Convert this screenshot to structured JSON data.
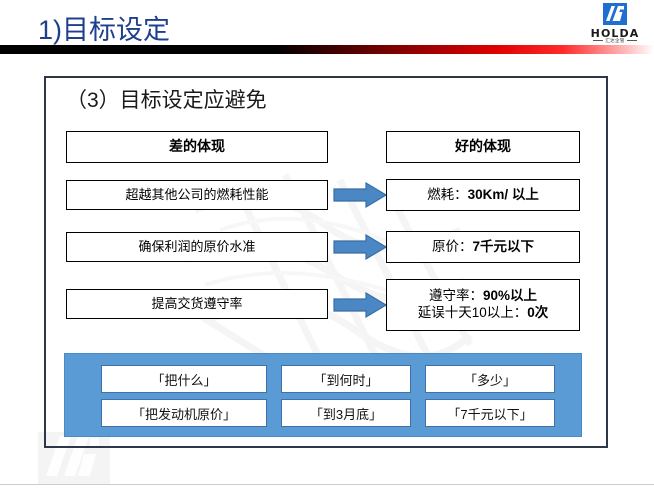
{
  "slide": {
    "title": "1)目标设定",
    "frame_title": "（3）目标设定应避免"
  },
  "logo": {
    "mark_alt": "holda-hi-mark",
    "wordmark": "HOLDA",
    "subtext": "汇达企管"
  },
  "columns": {
    "bad_header": "差的体现",
    "good_header": "好的体现"
  },
  "rows": [
    {
      "bad": "超越其他公司的燃耗性能",
      "good_label": "燃耗：",
      "good_value": "30Km/ 以上",
      "arrow": "right-arrow-icon"
    },
    {
      "bad": "确保利润的原价水准",
      "good_label": "原价：",
      "good_value": "7千元以下",
      "arrow": "right-arrow-icon"
    },
    {
      "bad": "提高交货遵守率",
      "good_label": "遵守率：",
      "good_value": "90%以上",
      "good_label2": "延误十天10以上：",
      "good_value2": "0次",
      "arrow": "right-arrow-icon"
    }
  ],
  "summary_panel": {
    "chips": [
      "「把什么」",
      "「到何时」",
      "「多少」",
      "「把发动机原价」",
      "「到3月底」",
      "「7千元以下」"
    ]
  },
  "colors": {
    "title_blue": "#1f3f8f",
    "frame_border": "#2e3648",
    "panel_blue": "#5b9bd5",
    "arrow_blue": "#4a87c4",
    "accent_red": "#e00000"
  }
}
